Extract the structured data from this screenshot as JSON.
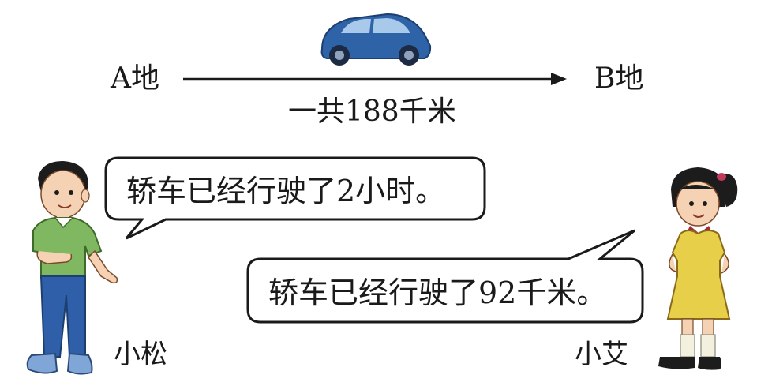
{
  "route": {
    "start_label": "A地",
    "end_label": "B地",
    "total_distance": "一共188千米"
  },
  "speech": {
    "boy": "轿车已经行驶了2小时。",
    "girl": "轿车已经行驶了92千米。"
  },
  "characters": {
    "boy_name": "小松",
    "girl_name": "小艾"
  },
  "icons": [
    "car-icon",
    "arrow-line",
    "boy-figure",
    "girl-figure"
  ],
  "colors": {
    "car_body": "#2f63a8",
    "boy_shirt": "#7fb860",
    "boy_pants": "#2f5fa8",
    "girl_dress": "#e8cf4a"
  }
}
